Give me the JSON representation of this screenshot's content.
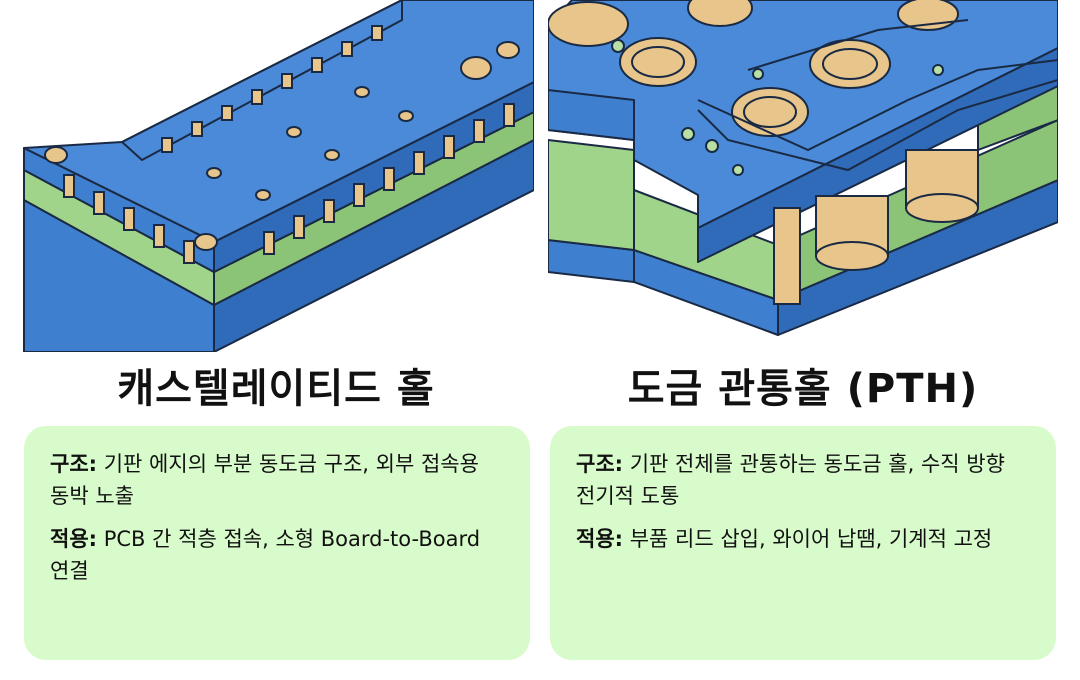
{
  "left": {
    "title": "캐스텔레이티드 홀",
    "structure_label": "구조:",
    "structure_text": "기판 에지의 부분 동도금 구조, 외부 접속용 동박 노출",
    "application_label": "적용:",
    "application_text": "PCB 간 적층 접속, 소형 Board-to-Board 연결"
  },
  "right": {
    "title": "도금 관통홀 (PTH)",
    "structure_label": "구조:",
    "structure_text": "기판 전체를 관통하는 동도금 홀, 수직 방향 전기적 도통",
    "application_label": "적용:",
    "application_text": "부품 리드 삽입, 와이어 납땜, 기계적 고정"
  },
  "colors": {
    "board_blue": "#3f7fcf",
    "substrate_green": "#9fd48a",
    "copper": "#e8c58a",
    "card_bg": "#d8fbcb"
  }
}
